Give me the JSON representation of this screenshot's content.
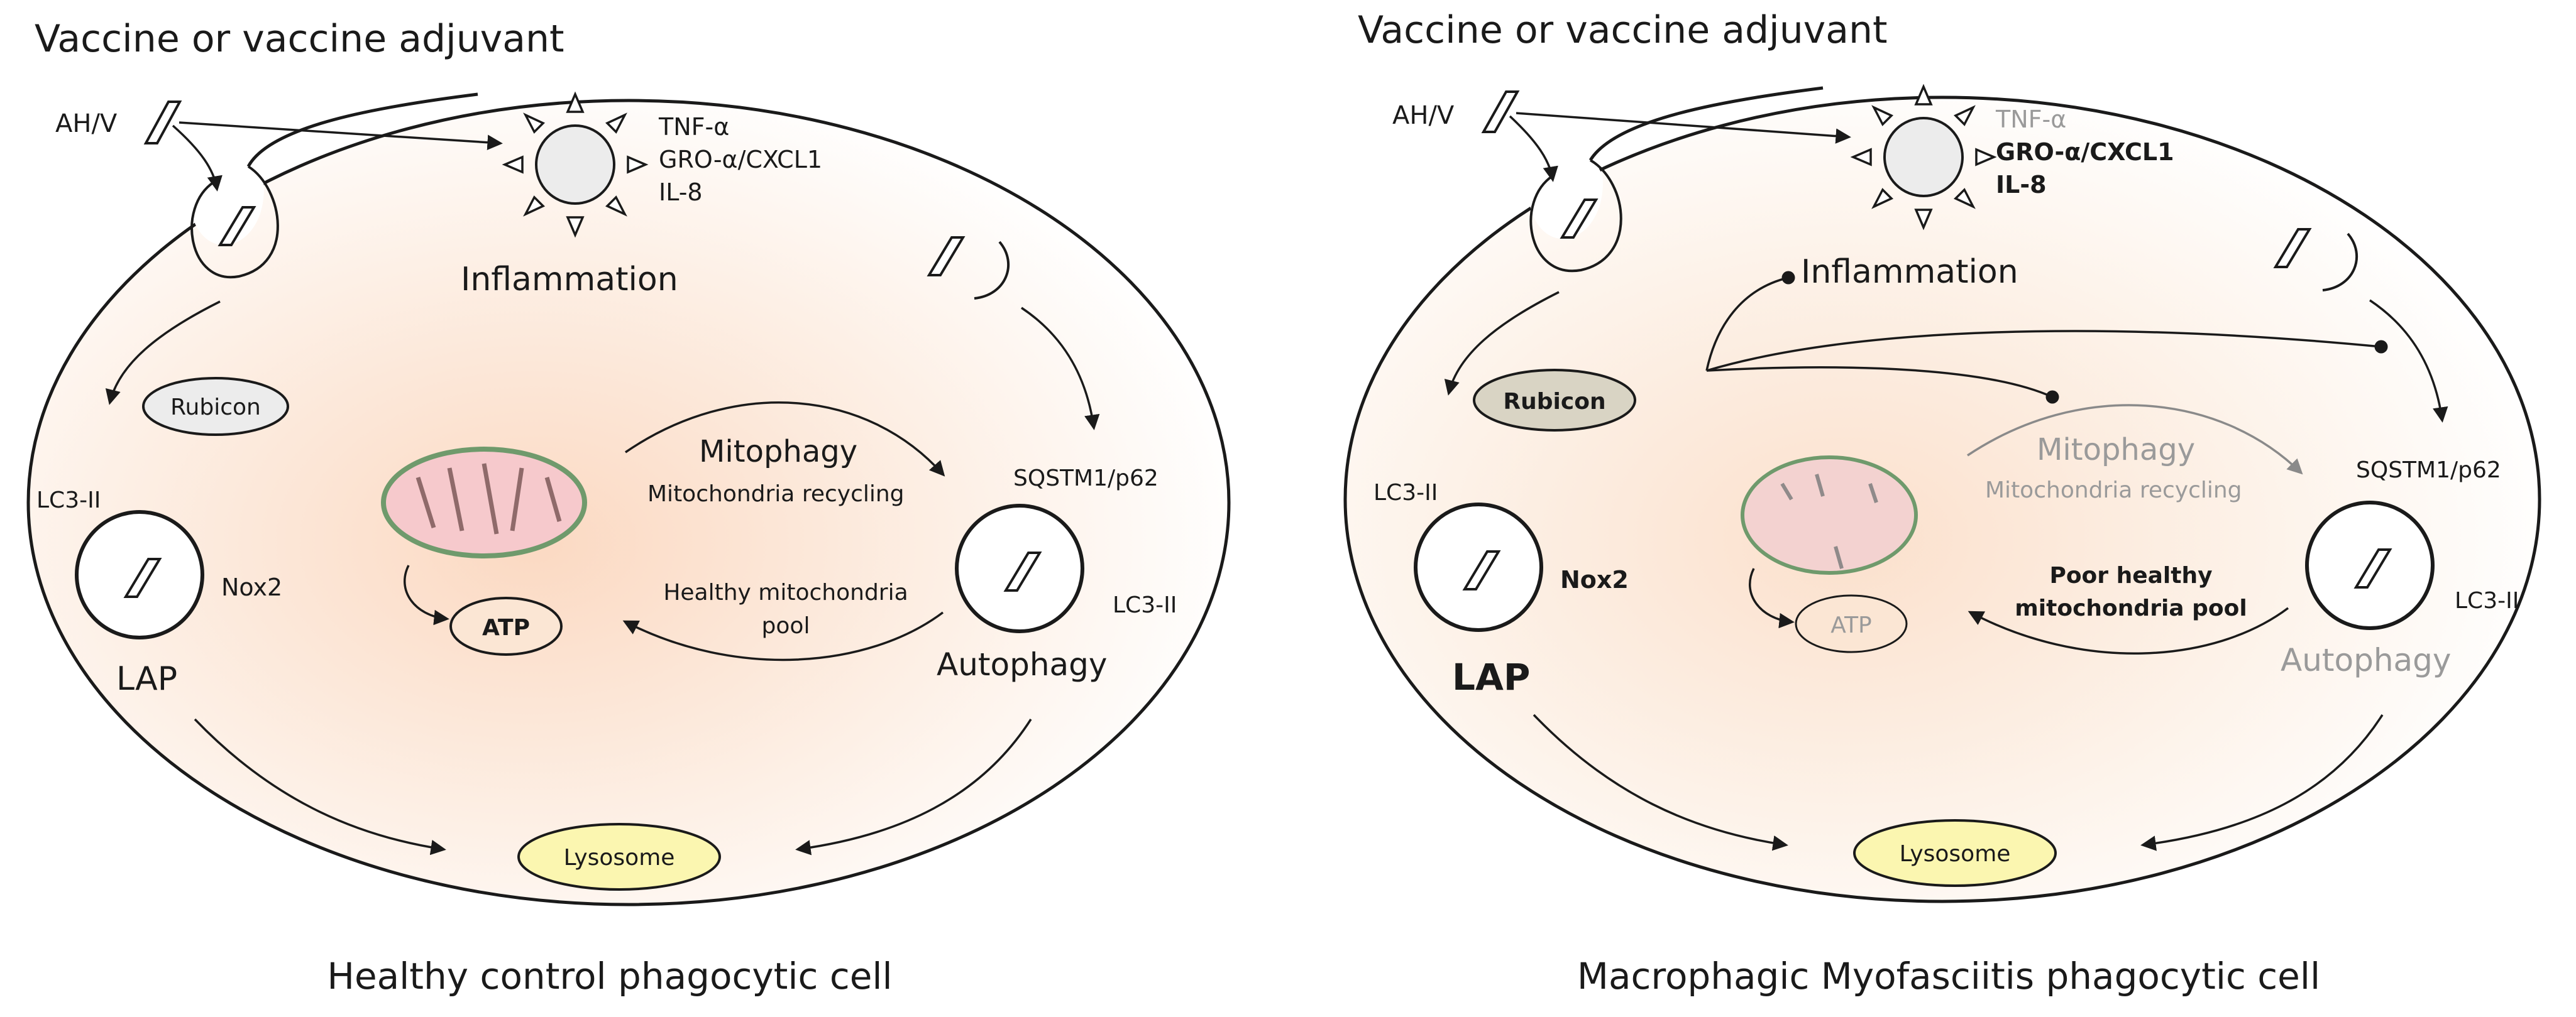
{
  "left": {
    "title": "Vaccine or vaccine adjuvant",
    "ahv": "AH/V",
    "cytokines": [
      "TNF-α",
      "GRO-α/CXCL1",
      "IL-8"
    ],
    "inflammation": "Inflammation",
    "rubicon": "Rubicon",
    "lc3_left": "LC3-II",
    "nox2": "Nox2",
    "lap": "LAP",
    "mitophagy": "Mitophagy",
    "mito_recycling": "Mitochondria recycling",
    "sqstm": "SQSTM1/p62",
    "lc3_right": "LC3-II",
    "atp": "ATP",
    "healthy_pool_1": "Healthy mitochondria",
    "healthy_pool_2": "pool",
    "autophagy": "Autophagy",
    "lysosome": "Lysosome",
    "caption": "Healthy control phagocytic cell"
  },
  "right": {
    "title": "Vaccine or vaccine adjuvant",
    "ahv": "AH/V",
    "cytokines": [
      "TNF-α",
      "GRO-α/CXCL1",
      "IL-8"
    ],
    "inflammation": "Inflammation",
    "rubicon": "Rubicon",
    "lc3_left": "LC3-II",
    "nox2": "Nox2",
    "lap": "LAP",
    "mitophagy": "Mitophagy",
    "mito_recycling": "Mitochondria recycling",
    "sqstm": "SQSTM1/p62",
    "lc3_right": "LC3-II",
    "atp": "ATP",
    "poor_pool_1": "Poor healthy",
    "poor_pool_2": "mitochondria pool",
    "autophagy": "Autophagy",
    "lysosome": "Lysosome",
    "caption": "Macrophagic Myofasciitis phagocytic cell"
  },
  "colors": {
    "rubicon_left": "#ececec",
    "rubicon_right": "#d9d4c4",
    "lysosome": "#fbf6b0",
    "atp": "#fbe6d4",
    "mito_fill": "#f6c9cc",
    "mito_edge": "#6f9a6c",
    "cell_glow": "#fbd9c2"
  }
}
